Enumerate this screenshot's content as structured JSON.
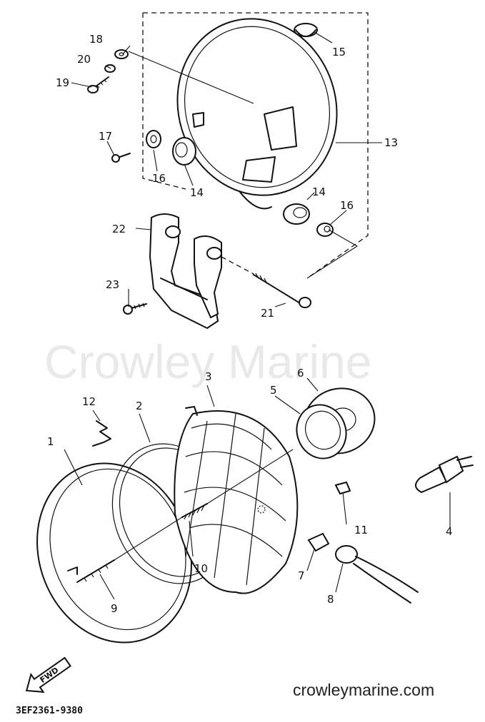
{
  "watermark": "Crowley Marine",
  "website": "crowleymarine.com",
  "diagram_code": "3EF2361-9380",
  "fwd_label": "FWD",
  "colors": {
    "line": "#111111",
    "watermark": "#e9e9e9",
    "background": "#ffffff"
  },
  "callouts": {
    "c1": "1",
    "c2": "2",
    "c3": "3",
    "c4": "4",
    "c5": "5",
    "c6": "6",
    "c7": "7",
    "c8": "8",
    "c9": "9",
    "c10": "10",
    "c11": "11",
    "c12": "12",
    "c13": "13",
    "c14a": "14",
    "c14b": "14",
    "c15": "15",
    "c16a": "16",
    "c16b": "16",
    "c17": "17",
    "c18": "18",
    "c19": "19",
    "c20": "20",
    "c21": "21",
    "c22": "22",
    "c23": "23"
  }
}
